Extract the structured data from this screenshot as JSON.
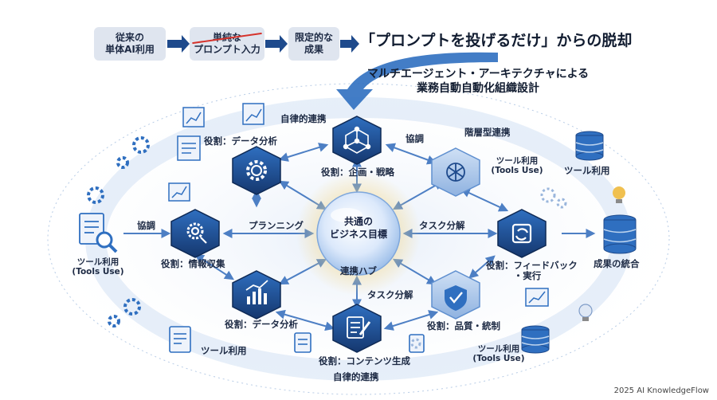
{
  "top_flow": {
    "step1": [
      "従来の",
      "単体AI利用"
    ],
    "step2": [
      "単純な",
      "プロンプト入力"
    ],
    "step3": [
      "限定的な",
      "成果"
    ],
    "headline": "「プロンプトを投げるだけ」からの脱却"
  },
  "subtitle": [
    "マルチエージェント・アーキテクチャによる",
    "業務自動自動化組織設計"
  ],
  "hub": [
    "共通の",
    "ビジネス目標"
  ],
  "agents": {
    "plan": "役割：企画・戦略",
    "analysis_top": "役割：データ分析",
    "info": "役割：情報収集",
    "analysis_bottom": "役割：データ分析",
    "content": "役割：コンテンツ生成",
    "quality": "役割：品質・統制",
    "feedback": [
      "役割：フィードバック",
      "・実行"
    ]
  },
  "connections": {
    "autonomous_top": "自律的連携",
    "cooperate_top": "協調",
    "hierarchical": "階層型連携",
    "cooperate_left": "協調",
    "planning": "プランニング",
    "task_split_right": "タスク分解",
    "hub_link": "連携ハブ",
    "task_split_bottom": "タスク分解",
    "autonomous_bottom": "自律的連携"
  },
  "tools": {
    "tool_right_top_1": [
      "ツール利用",
      "(Tools Use)"
    ],
    "tool_right_top_2": "ツール利用",
    "tool_left": [
      "ツール利用",
      "(Tools Use)"
    ],
    "tool_bottom_left": "ツール利用",
    "tool_bottom_right": [
      "ツール利用",
      "(Tools Use)"
    ]
  },
  "result": "成果の統合",
  "footer": "2025 AI KnowledgeFlow",
  "colors": {
    "navy": "#1e4a8c",
    "blue": "#2f6fc0",
    "light": "#dfe5ef",
    "accent_red": "#d6332c",
    "gold": "#f0c050"
  },
  "icons": {
    "plan": "network-cube-icon",
    "analysis_top": "gear-icon",
    "info": "magnifier-gear-icon",
    "analysis_bottom": "bar-chart-icon",
    "content": "document-pen-icon",
    "quality": "shield-check-icon",
    "feedback": "refresh-cycle-icon",
    "hierarchical": "workflow-icon",
    "database": "database-icon",
    "bulb": "lightbulb-icon"
  }
}
